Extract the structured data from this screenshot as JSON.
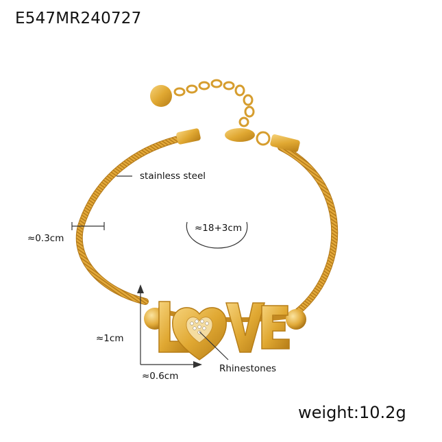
{
  "product": {
    "sku": "E547MR240727",
    "weight_label": "weight:10.2g"
  },
  "annotations": {
    "material": "stainless steel",
    "chain_width": "≈0.3cm",
    "length": "≈18+3cm",
    "charm_height": "≈1cm",
    "charm_width": "≈0.6cm",
    "stones": "Rhinestones"
  },
  "charm_text": "LOVE",
  "colors": {
    "gold_light": "#f3c964",
    "gold_mid": "#e0a832",
    "gold_dark": "#b67d17",
    "line": "#333333"
  }
}
